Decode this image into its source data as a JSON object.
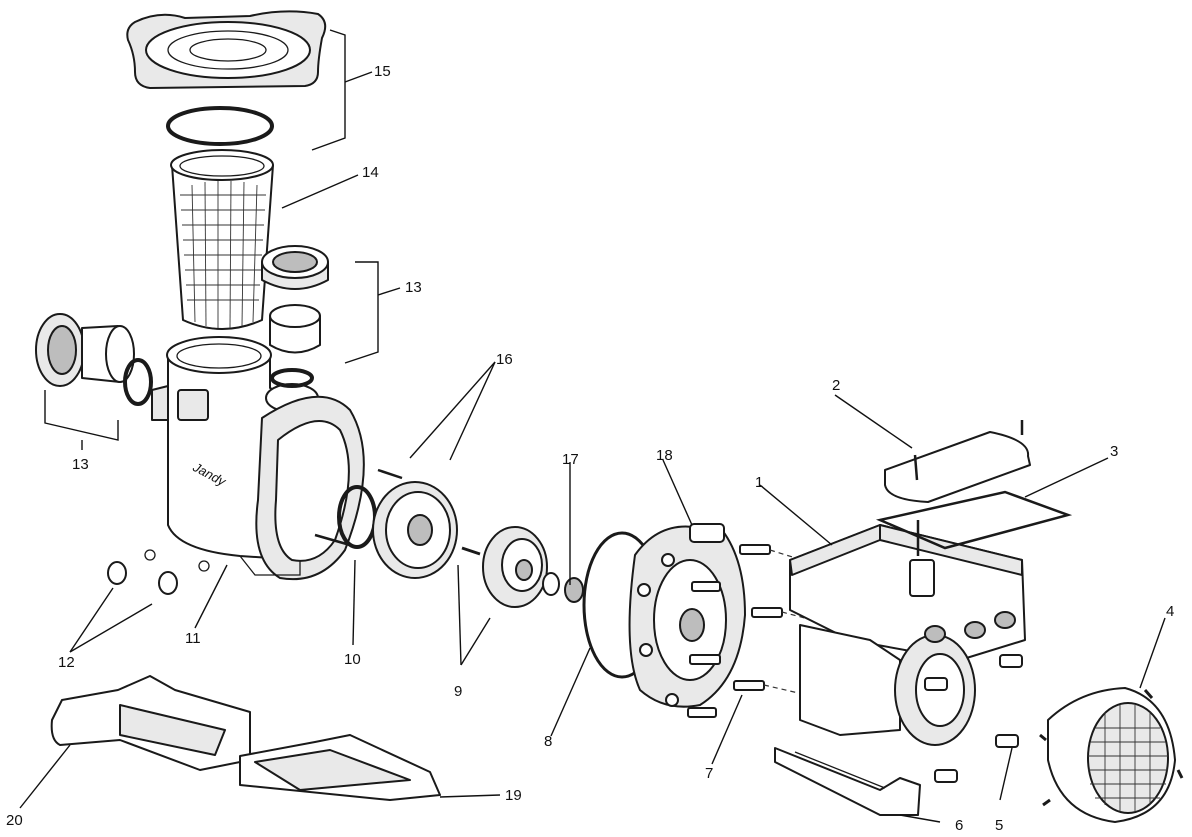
{
  "callouts": [
    {
      "id": "1",
      "label": "1"
    },
    {
      "id": "2",
      "label": "2"
    },
    {
      "id": "3",
      "label": "3"
    },
    {
      "id": "4",
      "label": "4"
    },
    {
      "id": "5",
      "label": "5"
    },
    {
      "id": "6",
      "label": "6"
    },
    {
      "id": "7",
      "label": "7"
    },
    {
      "id": "8",
      "label": "8"
    },
    {
      "id": "9",
      "label": "9"
    },
    {
      "id": "10",
      "label": "10"
    },
    {
      "id": "11",
      "label": "11"
    },
    {
      "id": "12",
      "label": "12"
    },
    {
      "id": "13a",
      "label": "13"
    },
    {
      "id": "13b",
      "label": "13"
    },
    {
      "id": "14",
      "label": "14"
    },
    {
      "id": "15",
      "label": "15"
    },
    {
      "id": "16",
      "label": "16"
    },
    {
      "id": "17",
      "label": "17"
    },
    {
      "id": "18",
      "label": "18"
    },
    {
      "id": "19",
      "label": "19"
    },
    {
      "id": "20",
      "label": "20"
    }
  ],
  "colors": {
    "line": "#1a1a1a",
    "part_fill": "#ffffff",
    "shade_fill": "#e9e9e9"
  },
  "icons": {
    "logo": "jandy-logo-icon"
  }
}
